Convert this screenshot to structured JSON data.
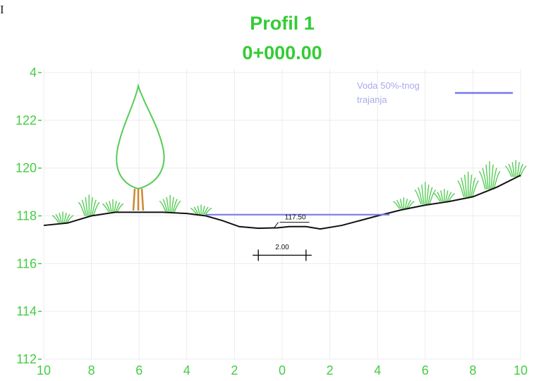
{
  "corner_mark": "I",
  "chart_data": {
    "type": "line",
    "title": "Profil 1",
    "subtitle": "0+000.00",
    "x_ticks": [
      10,
      8,
      6,
      4,
      2,
      0,
      2,
      4,
      6,
      8,
      10
    ],
    "y_ticks": [
      "112",
      "114",
      "116",
      "118",
      "120",
      "122",
      "4"
    ],
    "xlim": [
      -10,
      10
    ],
    "ylim": [
      112,
      124
    ],
    "grid": true,
    "legend": {
      "position": "top-right",
      "entries": [
        {
          "label_line1": "Voda 50%-tnog",
          "label_line2": "trajanja",
          "color": "#7777ee"
        }
      ]
    },
    "series": [
      {
        "name": "",
        "color": "#111111",
        "x": [
          -10,
          -9,
          -8,
          -7,
          -6,
          -5,
          -4,
          -3.2,
          -2.5,
          -1.8,
          -1.0,
          -0.2,
          0.3,
          1.0,
          1.6,
          2.5,
          4,
          5,
          6,
          7,
          8,
          9,
          10
        ],
        "y": [
          117.6,
          117.7,
          118.0,
          118.15,
          118.15,
          118.15,
          118.1,
          118.0,
          117.8,
          117.55,
          117.48,
          117.5,
          117.55,
          117.55,
          117.45,
          117.6,
          118.0,
          118.25,
          118.45,
          118.6,
          118.8,
          119.2,
          119.7
        ]
      },
      {
        "name": "Voda 50%-tnog trajanja",
        "color": "#7777ee",
        "x": [
          -3.2,
          4.5
        ],
        "y": [
          118.05,
          118.05
        ]
      }
    ],
    "annotations": [
      {
        "text": "117.50",
        "x": 0.55,
        "y": 117.85
      },
      {
        "text": "2.00",
        "x": 0,
        "y": 116.6
      }
    ],
    "dimension": {
      "x1": -1,
      "x2": 1,
      "y": 116.35
    },
    "tree_x": -6,
    "colors": {
      "axis_text": "#44cc44",
      "title": "#33cc33",
      "ground": "#111111",
      "water": "#7777ee",
      "vegetation": "#55cc55",
      "trunk": "#cc8833"
    }
  }
}
